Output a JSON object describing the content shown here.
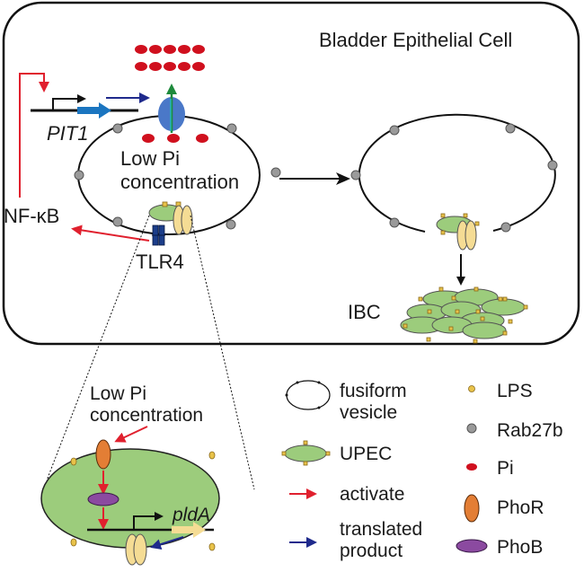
{
  "cell": {
    "title": "Bladder Epithelial Cell",
    "gene_label": "PIT1",
    "vesicle_label_line1": "Low Pi",
    "vesicle_label_line2": "concentration",
    "nfkb_label": "NF-κB",
    "tlr4_label": "TLR4",
    "ibc_label": "IBC"
  },
  "inset": {
    "label_line1": "Low Pi",
    "label_line2": "concentration",
    "gene_label": "pldA"
  },
  "legend": {
    "items": [
      {
        "key": "fusiform",
        "line1": "fusiform",
        "line2": "vesicle"
      },
      {
        "key": "upec",
        "line1": "UPEC"
      },
      {
        "key": "activate",
        "line1": "activate"
      },
      {
        "key": "translated",
        "line1": "translated",
        "line2": "product"
      },
      {
        "key": "lps",
        "line1": "LPS"
      },
      {
        "key": "rab27b",
        "line1": "Rab27b"
      },
      {
        "key": "pi",
        "line1": "Pi"
      },
      {
        "key": "phor",
        "line1": "PhoR"
      },
      {
        "key": "phob",
        "line1": "PhoB"
      }
    ]
  },
  "colors": {
    "activate": "#e0202e",
    "translated": "#1f2a8c",
    "export": "#1e8a3c",
    "pi": "#d0101e",
    "rab27b": "#9a9a9a",
    "upec": "#9ccc7c",
    "lps": "#e8c24a",
    "phor": "#e37e35",
    "phob": "#8b4aa0",
    "pit1_protein": "#4a78c8",
    "tlr4": "#1c3e8a",
    "pili": "#f5dc94"
  }
}
